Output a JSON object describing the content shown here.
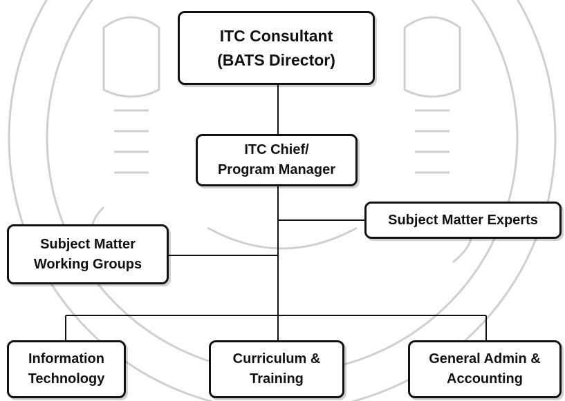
{
  "chart": {
    "top": {
      "line1": "ITC Consultant",
      "line2": "(BATS Director)"
    },
    "chief": {
      "line1": "ITC Chief/",
      "line2": "Program Manager"
    },
    "sme": {
      "label": "Subject Matter Experts"
    },
    "working_groups": {
      "line1": "Subject Matter",
      "line2": "Working Groups"
    },
    "departments": [
      {
        "line1": "Information",
        "line2": "Technology"
      },
      {
        "line1": "Curriculum &",
        "line2": "Training"
      },
      {
        "line1": "General Admin &",
        "line2": "Accounting"
      }
    ]
  },
  "colors": {
    "ink": "#111111",
    "watermark": "#cfcfcf"
  }
}
